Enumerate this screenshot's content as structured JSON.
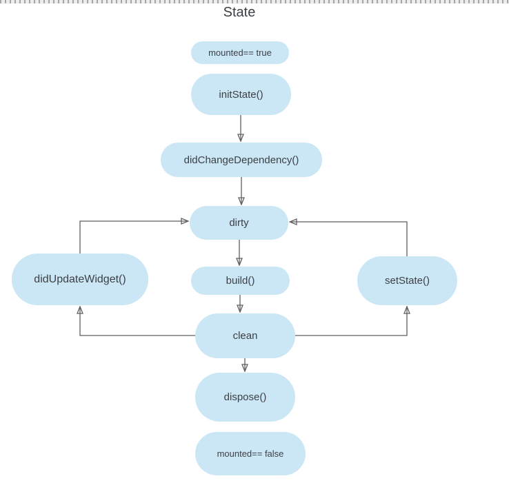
{
  "title": "State",
  "diagram": {
    "nodes": {
      "mounted_true": {
        "label": "mounted== true"
      },
      "init_state": {
        "label": "initState()"
      },
      "did_change_dependency": {
        "label": "didChangeDependency()"
      },
      "dirty": {
        "label": "dirty"
      },
      "build": {
        "label": "build()"
      },
      "clean": {
        "label": "clean"
      },
      "dispose": {
        "label": "dispose()"
      },
      "mounted_false": {
        "label": "mounted== false"
      },
      "did_update_widget": {
        "label": "didUpdateWidget()"
      },
      "set_state": {
        "label": "setState()"
      }
    },
    "edges": [
      {
        "from": "init_state",
        "to": "did_change_dependency"
      },
      {
        "from": "did_change_dependency",
        "to": "dirty"
      },
      {
        "from": "dirty",
        "to": "build"
      },
      {
        "from": "build",
        "to": "clean"
      },
      {
        "from": "clean",
        "to": "dispose"
      },
      {
        "from": "did_update_widget",
        "to": "dirty"
      },
      {
        "from": "set_state",
        "to": "dirty"
      },
      {
        "from": "clean",
        "to": "did_update_widget"
      },
      {
        "from": "clean",
        "to": "set_state"
      }
    ],
    "colors": {
      "node_fill": "#cbe7f5",
      "edge": "#5e5e5e",
      "text": "#3c4045"
    }
  }
}
